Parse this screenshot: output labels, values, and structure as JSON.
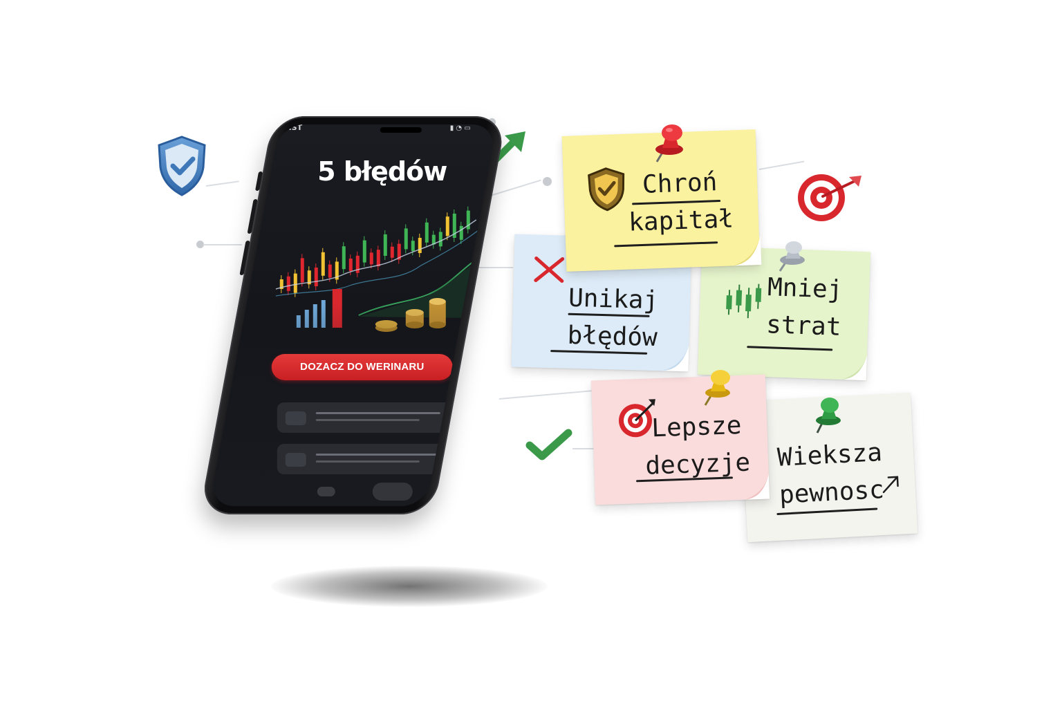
{
  "phone": {
    "status_left": "AII.ST",
    "headline": "5 błędów",
    "cta_label": "DOZACZ DO WERINARU"
  },
  "notes": [
    {
      "id": "chron-kapital",
      "line1": "Chroń",
      "line2": "kapitał",
      "color": "#fbf2a0",
      "icon": "shield-check-icon",
      "pin_color": "#e0262f"
    },
    {
      "id": "unikaj-bledow",
      "line1": "Unikaj",
      "line2": "błędów",
      "color": "#dcebf7",
      "icon": "x-mark-icon",
      "pin_color": ""
    },
    {
      "id": "mniej-strat",
      "line1": "Mniej",
      "line2": "strat",
      "color": "#e6f4cc",
      "icon": "candlestick-icon",
      "pin_color": "#b8bec8"
    },
    {
      "id": "lepsze-decyzje",
      "line1": "Lepsze",
      "line2": "decyzje",
      "color": "#fbdcdc",
      "icon": "target-icon",
      "pin_color": "#f2c418"
    },
    {
      "id": "wieksza-pewnosc",
      "line1": "Wieksza",
      "line2": "pewnosc",
      "color": "#f4f4ef",
      "icon": "arrow-up-right-icon",
      "pin_color": "#2f9b45"
    }
  ],
  "decorations": {
    "accent_green": "#3a9a4a",
    "accent_red": "#d9272e",
    "accent_blue": "#3e78b8"
  }
}
